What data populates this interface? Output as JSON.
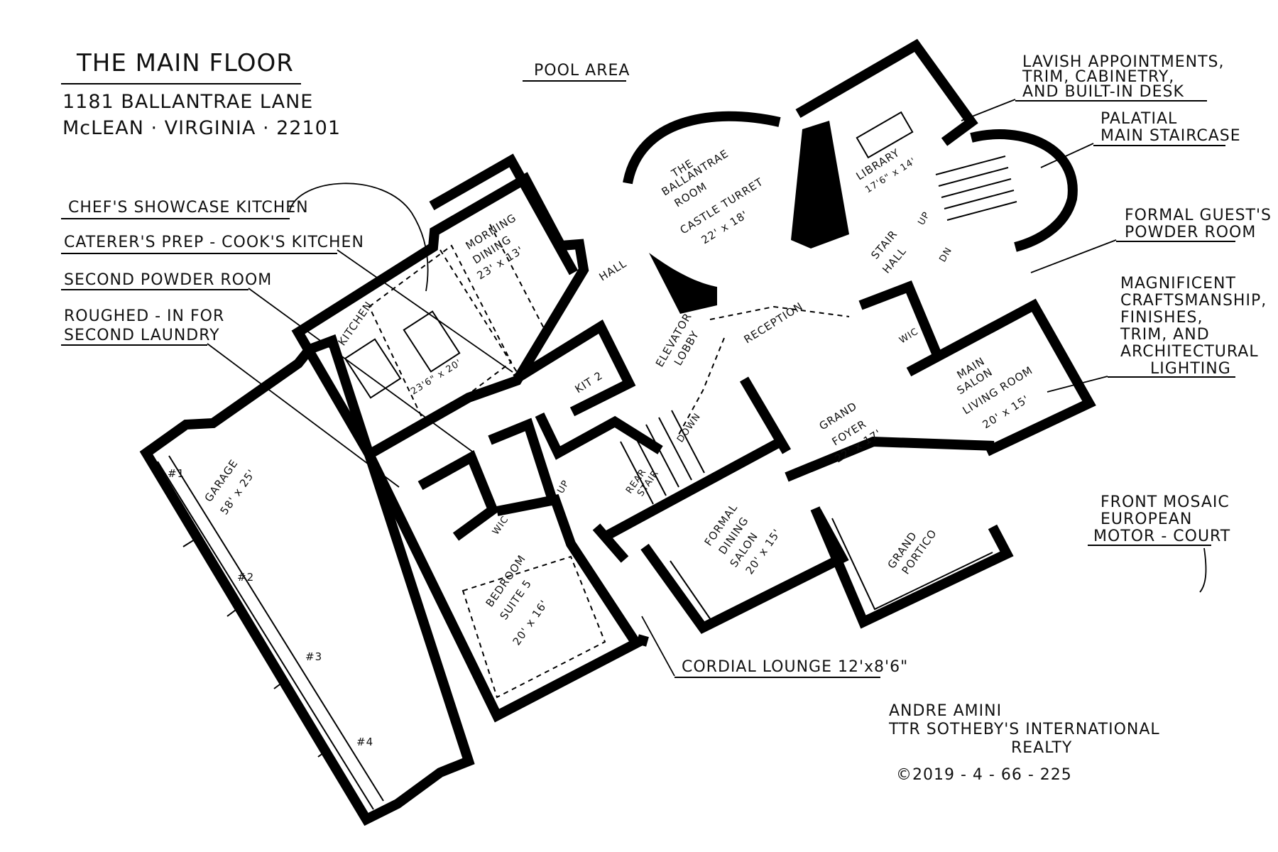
{
  "title": "THE MAIN FLOOR",
  "address_line1": "1181 BALLANTRAE LANE",
  "address_line2": "McLEAN · VIRGINIA · 22101",
  "pool_area": "POOL AREA",
  "callouts": {
    "chefs_kitchen": "CHEF'S SHOWCASE KITCHEN",
    "caterers_kitchen": "CATERER'S PREP - COOK'S KITCHEN",
    "second_powder": "SECOND POWDER ROOM",
    "roughed_in_1": "ROUGHED - IN FOR",
    "roughed_in_2": "SECOND LAUNDRY",
    "lavish_1": "LAVISH APPOINTMENTS,",
    "lavish_2": "TRIM, CABINETRY,",
    "lavish_3": "AND BUILT-IN DESK",
    "palatial_1": "PALATIAL",
    "palatial_2": "MAIN STAIRCASE",
    "guest_powder_1": "FORMAL GUEST'S",
    "guest_powder_2": "POWDER ROOM",
    "craft_1": "MAGNIFICENT",
    "craft_2": "CRAFTSMANSHIP,",
    "craft_3": "FINISHES,",
    "craft_4": "TRIM, AND",
    "craft_5": "ARCHITECTURAL",
    "craft_6": "LIGHTING",
    "motor_1": "FRONT MOSAIC",
    "motor_2": "EUROPEAN",
    "motor_3": "MOTOR - COURT",
    "cordial": "CORDIAL LOUNGE 12'x8'6\""
  },
  "rooms": {
    "ballantrae_1": "THE",
    "ballantrae_2": "BALLANTRAE",
    "ballantrae_3": "ROOM",
    "turret_1": "CASTLE TURRET",
    "turret_2": "22' x 18'",
    "library_1": "LIBRARY",
    "library_2": "17'6\" x 14'",
    "morning_1": "MORNING",
    "morning_2": "DINING",
    "morning_3": "23' x 13'",
    "hall": "HALL",
    "kitchen": "KITCHEN",
    "kitchen_size": "23'6\" x 20'",
    "kit2": "KIT 2",
    "elevator_1": "ELEVATOR",
    "elevator_2": "LOBBY",
    "reception": "RECEPTION",
    "stair_1": "STAIR",
    "stair_2": "HALL",
    "up": "UP",
    "dn": "DN",
    "wic": "WIC",
    "main_salon_1": "MAIN",
    "main_salon_2": "SALON",
    "main_salon_3": "LIVING ROOM",
    "main_salon_4": "20' x 15'",
    "foyer_1": "GRAND",
    "foyer_2": "FOYER",
    "foyer_3": "22' x 17'",
    "garage_1": "GARAGE",
    "garage_2": "58' x 25'",
    "bay1": "#1",
    "bay2": "#2",
    "bay3": "#3",
    "bay4": "#4",
    "rear_1": "REAR",
    "rear_2": "STAIR",
    "down": "DOWN",
    "up2": "UP",
    "wic2": "WIC",
    "bedroom_1": "BEDROOM",
    "bedroom_2": "SUITE 5",
    "bedroom_3": "20' x 16'",
    "dining_1": "FORMAL",
    "dining_2": "DINING",
    "dining_3": "SALON",
    "dining_4": "20' x 15'",
    "portico_1": "GRAND",
    "portico_2": "PORTICO"
  },
  "credit": {
    "name": "ANDRE AMINI",
    "company": "TTR SOTHEBY'S INTERNATIONAL",
    "company2": "REALTY",
    "copyright": "©2019 - 4 - 66 - 225"
  }
}
